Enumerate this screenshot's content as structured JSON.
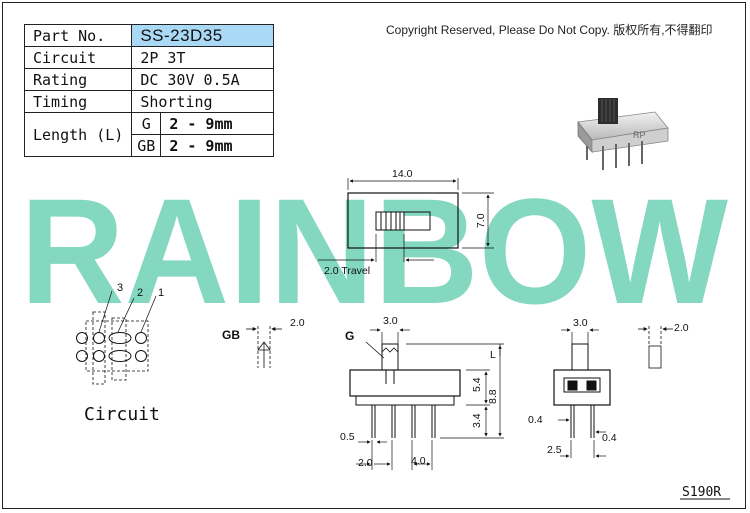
{
  "copyright": "Copyright Reserved, Please Do Not Copy. 版权所有,不得翻印",
  "spec": {
    "part_no_label": "Part No.",
    "part_no_value": "SS-23D35",
    "circuit_label": "Circuit",
    "circuit_value": "2P 3T",
    "rating_label": "Rating",
    "rating_value": "DC 30V 0.5A",
    "timing_label": "Timing",
    "timing_value": "Shorting",
    "length_label": "Length (L)",
    "length_rows": [
      {
        "code": "G",
        "value": "2 - 9mm"
      },
      {
        "code": "GB",
        "value": "2 - 9mm"
      }
    ]
  },
  "watermark": "RAINBOW",
  "top_view": {
    "width_dim": "14.0",
    "height_dim": "7.0",
    "travel_label": "2.0 Travel"
  },
  "gb_view": {
    "label": "GB",
    "dim": "2.0"
  },
  "g_view": {
    "label": "G",
    "dim": "3.0",
    "length_mark": "L"
  },
  "front_view": {
    "dim_5_4": "5.4",
    "dim_8_8": "8.8",
    "dim_3_4": "3.4",
    "dim_0_5": "0.5",
    "dim_2_0": "2.0",
    "dim_4_0": "4.0"
  },
  "side_view": {
    "dim_3_0": "3.0",
    "dim_0_4_left": "0.4",
    "dim_0_4_right": "0.4",
    "dim_2_5": "2.5"
  },
  "end_view": {
    "dim": "2.0"
  },
  "circuit": {
    "title": "Circuit",
    "pin_labels": [
      "3",
      "2",
      "1"
    ]
  },
  "photo": {
    "brand_mark": "RP"
  },
  "model_code": "S190R"
}
